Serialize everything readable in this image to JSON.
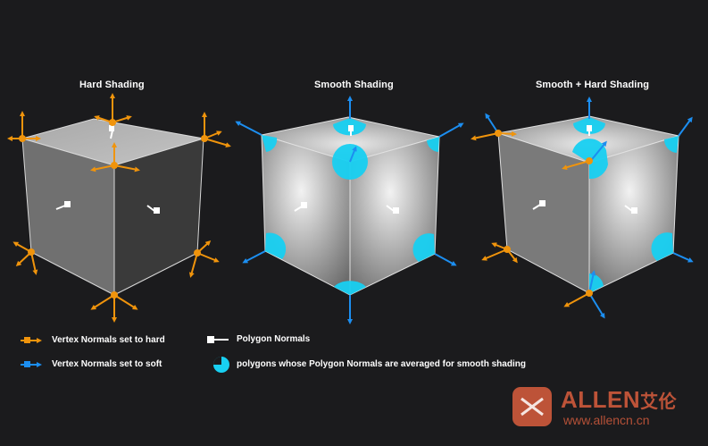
{
  "panels": [
    {
      "title": "Hard Shading"
    },
    {
      "title": "Smooth Shading"
    },
    {
      "title": "Smooth + Hard Shading"
    }
  ],
  "legend": {
    "hard_label": "Vertex Normals set to hard",
    "soft_label": "Vertex Normals set to soft",
    "polygon_label": "Polygon Normals",
    "averaged_label": "polygons whose Polygon Normals are averaged for smooth shading"
  },
  "watermark": {
    "brand": "ALLEN",
    "brand_cn": "艾伦",
    "url": "www.allencn.cn"
  },
  "colors": {
    "background": "#1b1b1d",
    "hard_normal": "#f0940c",
    "soft_normal": "#1c8ef0",
    "averaged_region": "#18d0f2",
    "polygon_normal": "#ffffff",
    "watermark": "#cf5a3c"
  }
}
